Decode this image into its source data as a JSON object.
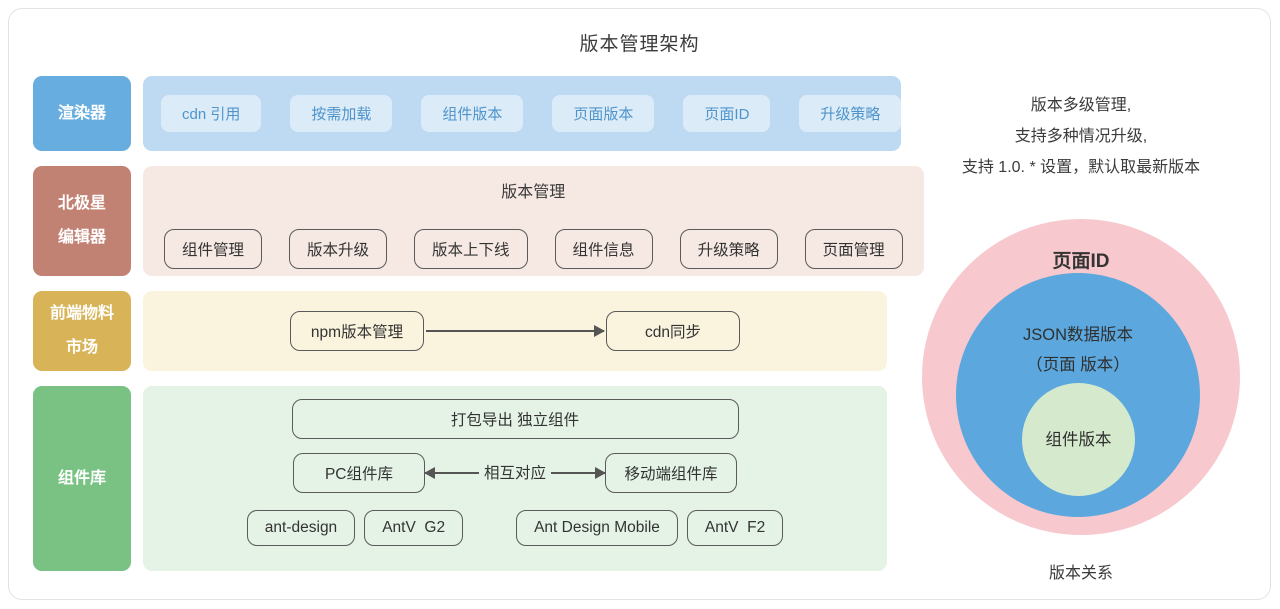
{
  "title": "版本管理架构",
  "rows": [
    {
      "label": "渲染器",
      "chips": [
        "cdn 引用",
        "按需加载",
        "组件版本",
        "页面版本",
        "页面ID",
        "升级策略"
      ]
    },
    {
      "label": "北极星\n编辑器",
      "heading": "版本管理",
      "boxes": [
        "组件管理",
        "版本升级",
        "版本上下线",
        "组件信息",
        "升级策略",
        "页面管理"
      ]
    },
    {
      "label": "前端物料\n市场",
      "from_box": "npm版本管理",
      "to_box": "cdn同步"
    },
    {
      "label": "组件库",
      "top_box": "打包导出 独立组件",
      "left_box": "PC组件库",
      "arrow_label": "相互对应",
      "right_box": "移动端组件库",
      "pc_libs": [
        "ant-design",
        "AntV  G2"
      ],
      "mobile_libs": [
        "Ant Design Mobile",
        "AntV  F2"
      ]
    }
  ],
  "side": {
    "notes": [
      "版本多级管理,",
      "支持多种情况升级,",
      "支持 1.0. * 设置，默认取最新版本"
    ],
    "venn": {
      "outer_label": "页面ID",
      "middle_label_line1": "JSON数据版本",
      "middle_label_line2": "（页面 版本）",
      "inner_label": "组件版本"
    },
    "caption": "版本关系"
  },
  "colors": {
    "renderer_label": "#67ADE0",
    "renderer_band": "#BDDAF2",
    "chip_bg": "#DCEBF8",
    "chip_text": "#4E94CB",
    "editor_label": "#C18173",
    "editor_band": "#F6E9E3",
    "market_label": "#D8B357",
    "market_band": "#FAF3DD",
    "library_label": "#79C284",
    "library_band": "#E4F3E5",
    "venn_outer": "#F7C9CE",
    "venn_middle": "#5CA7DD",
    "venn_inner": "#D5EACD",
    "box_border": "#5a5a5a",
    "arrow": "#555555"
  }
}
